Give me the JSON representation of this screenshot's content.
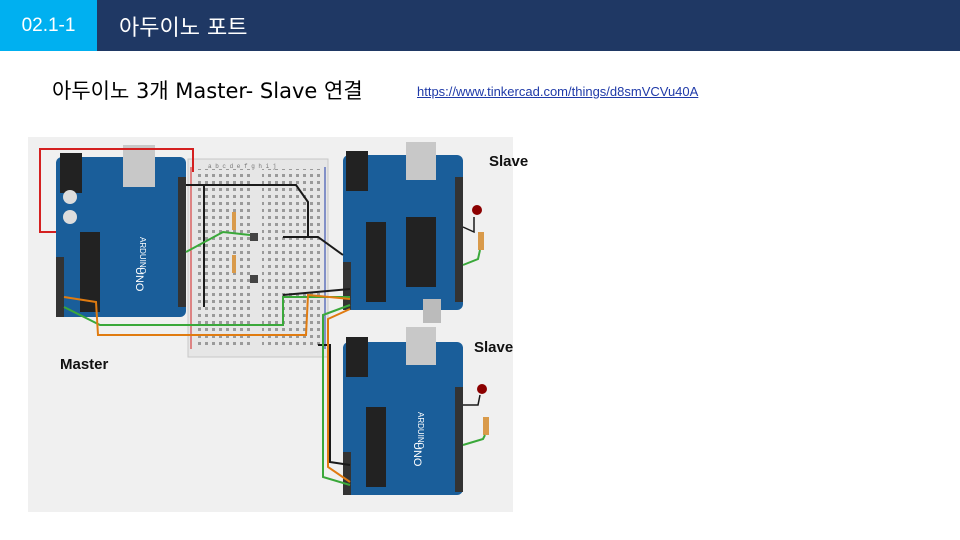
{
  "header": {
    "section_number": "02.1-1",
    "title": "아두이노 포트"
  },
  "content": {
    "subtitle": "아두이노 3개 Master- Slave 연결",
    "link_text": "https://www.tinkercad.com/things/d8smVCVu40A"
  },
  "figure": {
    "labels": {
      "master": "Master",
      "slave_top": "Slave",
      "slave_bottom": "Slave"
    },
    "board_text": {
      "brand": "ARDUINO",
      "model": "UNO"
    },
    "breadboard_columns": "a b c d e   f g h i j"
  },
  "colors": {
    "header_bg": "#1f3864",
    "badge_bg": "#00b0f0",
    "board_blue": "#1a5e9a",
    "wire_red": "#d42020",
    "wire_orange": "#e07b10",
    "wire_green": "#3aa83a",
    "wire_black": "#1a1a1a"
  }
}
